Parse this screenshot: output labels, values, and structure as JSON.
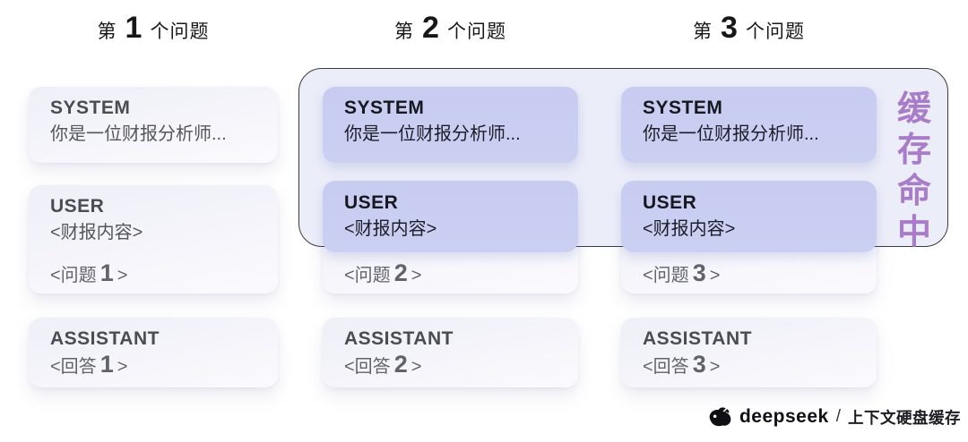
{
  "columns": [
    {
      "header": {
        "prefix": "第",
        "number": "1",
        "suffix": "个问题"
      },
      "system": {
        "role": "SYSTEM",
        "content": "你是一位财报分析师..."
      },
      "user": {
        "role": "USER",
        "content": "<财报内容>",
        "question_prefix": "<问题",
        "question_number": "1",
        "question_suffix": ">",
        "cached": false
      },
      "assistant": {
        "role": "ASSISTANT",
        "answer_prefix": "<回答",
        "answer_number": "1",
        "answer_suffix": ">"
      }
    },
    {
      "header": {
        "prefix": "第",
        "number": "2",
        "suffix": "个问题"
      },
      "system": {
        "role": "SYSTEM",
        "content": "你是一位财报分析师..."
      },
      "user": {
        "role": "USER",
        "content": "<财报内容>",
        "question_prefix": "<问题",
        "question_number": "2",
        "question_suffix": ">",
        "cached": true
      },
      "assistant": {
        "role": "ASSISTANT",
        "answer_prefix": "<回答",
        "answer_number": "2",
        "answer_suffix": ">"
      }
    },
    {
      "header": {
        "prefix": "第",
        "number": "3",
        "suffix": "个问题"
      },
      "system": {
        "role": "SYSTEM",
        "content": "你是一位财报分析师..."
      },
      "user": {
        "role": "USER",
        "content": "<财报内容>",
        "question_prefix": "<问题",
        "question_number": "3",
        "question_suffix": ">",
        "cached": true
      },
      "assistant": {
        "role": "ASSISTANT",
        "answer_prefix": "<回答",
        "answer_number": "3",
        "answer_suffix": ">"
      }
    }
  ],
  "cache_badge": {
    "label": "缓存命中",
    "chars": [
      "缓",
      "存",
      "命",
      "中"
    ],
    "text_color": "#a87cc8"
  },
  "footer": {
    "logo_icon": "deepseek-whale-icon",
    "brand": "deepseek",
    "separator": "/",
    "caption": "上下文硬盘缓存"
  },
  "colors": {
    "highlight_box": "#c9cef2",
    "light_box": "#f2f3f9",
    "container_fill": "#e9ebf8",
    "container_border": "#3a3a46",
    "cache_text": "#a87cc8",
    "dark_text": "#17171f",
    "gray_text": "#55555c"
  }
}
